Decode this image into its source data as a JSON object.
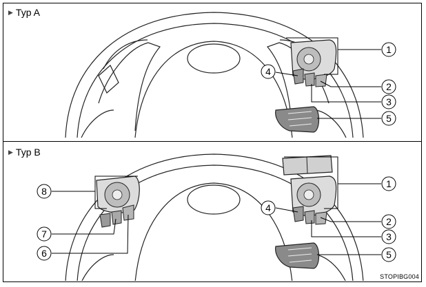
{
  "panels": [
    {
      "label": "Typ A"
    },
    {
      "label": "Typ B"
    }
  ],
  "callouts": {
    "c1": "1",
    "c2": "2",
    "c3": "3",
    "c4": "4",
    "c5": "5",
    "c6": "6",
    "c7": "7",
    "c8": "8"
  },
  "image_code": "STOPIBG004"
}
